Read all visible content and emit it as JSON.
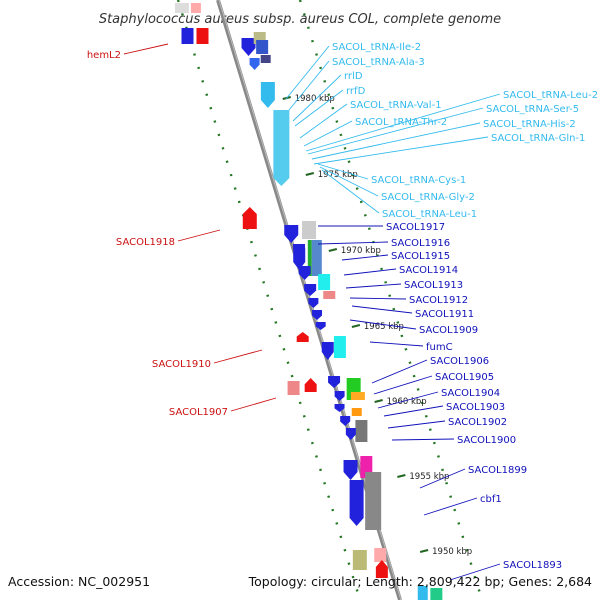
{
  "title": "Staphylococcus aureus subsp. aureus COL, complete genome",
  "footer": {
    "accession": "Accession: NC_002951",
    "topology": "Topology: circular; Length: 2,809,422 bp; Genes: 2,684"
  },
  "colors": {
    "rna": "#33bbee",
    "fwd_gene": "#2222dd",
    "rev_gene": "#dd1111",
    "backbone": "#888888",
    "tick": "#227722"
  },
  "ruler": [
    {
      "label": "1980 kbp"
    },
    {
      "label": "1975 kbp"
    },
    {
      "label": "1970 kbp"
    },
    {
      "label": "1965 kbp"
    },
    {
      "label": "1960 kbp"
    },
    {
      "label": "1955 kbp"
    },
    {
      "label": "1950 kbp"
    }
  ],
  "rna_labels": [
    {
      "text": "SACOL_tRNA-Ile-2"
    },
    {
      "text": "SACOL_tRNA-Ala-3"
    },
    {
      "text": "rrlD"
    },
    {
      "text": "rrfD"
    },
    {
      "text": "SACOL_tRNA-Val-1"
    },
    {
      "text": "SACOL_tRNA-Thr-2"
    },
    {
      "text": "SACOL_tRNA-Leu-2"
    },
    {
      "text": "SACOL_tRNA-Ser-5"
    },
    {
      "text": "SACOL_tRNA-His-2"
    },
    {
      "text": "SACOL_tRNA-Gln-1"
    },
    {
      "text": "SACOL_tRNA-Cys-1"
    },
    {
      "text": "SACOL_tRNA-Gly-2"
    },
    {
      "text": "SACOL_tRNA-Leu-1"
    }
  ],
  "fwd_labels": [
    {
      "text": "SACOL1917"
    },
    {
      "text": "SACOL1916"
    },
    {
      "text": "SACOL1915"
    },
    {
      "text": "SACOL1914"
    },
    {
      "text": "SACOL1913"
    },
    {
      "text": "SACOL1912"
    },
    {
      "text": "SACOL1911"
    },
    {
      "text": "SACOL1909"
    },
    {
      "text": "fumC"
    },
    {
      "text": "SACOL1906"
    },
    {
      "text": "SACOL1905"
    },
    {
      "text": "SACOL1904"
    },
    {
      "text": "SACOL1903"
    },
    {
      "text": "SACOL1902"
    },
    {
      "text": "SACOL1900"
    },
    {
      "text": "SACOL1899"
    },
    {
      "text": "cbf1"
    },
    {
      "text": "SACOL1893"
    }
  ],
  "rev_labels": [
    {
      "text": "hemL2"
    },
    {
      "text": "SACOL1918"
    },
    {
      "text": "SACOL1910"
    },
    {
      "text": "SACOL1907"
    }
  ]
}
